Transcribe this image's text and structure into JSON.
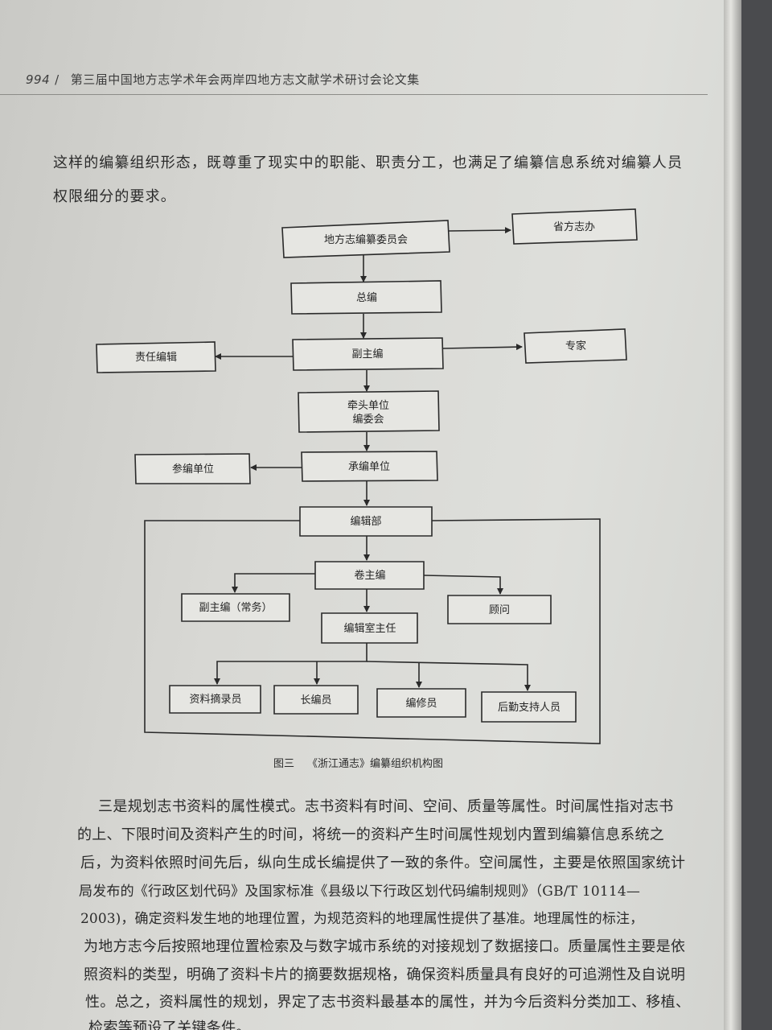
{
  "header": {
    "page_number": "994",
    "separator": "/",
    "title": "第三届中国地方志学术年会两岸四地方志文献学术研讨会论文集"
  },
  "intro": {
    "line1": "这样的编纂组织形态，既尊重了现实中的职能、职责分工，也满足了编纂信息系统对编纂人员",
    "line2": "权限细分的要求。"
  },
  "diagram": {
    "n1": "地方志编纂委员会",
    "n2": "省方志办",
    "n3": "总编",
    "n4": "副主编",
    "n5": "责任编辑",
    "n6": "专家",
    "n7a": "牵头单位",
    "n7b": "编委会",
    "n8": "承编单位",
    "n9": "参编单位",
    "n10": "编辑部",
    "n11": "卷主编",
    "n12": "副主编（常务）",
    "n13": "顾问",
    "n14": "编辑室主任",
    "n15": "资料摘录员",
    "n16": "长编员",
    "n17": "编修员",
    "n18": "后勤支持人员"
  },
  "caption": {
    "figure": "图三",
    "title": "《浙江通志》编纂组织机构图"
  },
  "body": {
    "lines": [
      "三是规划志书资料的属性模式。志书资料有时间、空间、质量等属性。时间属性指对志书",
      "的上、下限时间及资料产生的时间，将统一的资料产生时间属性规划内置到编纂信息系统之",
      "后，为资料依照时间先后，纵向生成长编提供了一致的条件。空间属性，主要是依照国家统计",
      "局发布的《行政区划代码》及国家标准《县级以下行政区划代码编制规则》（GB/T 10114—",
      "2003)，确定资料发生地的地理位置，为规范资料的地理属性提供了基准。地理属性的标注，",
      "为地方志今后按照地理位置检索及与数字城市系统的对接规划了数据接口。质量属性主要是依",
      "照资料的类型，明确了资料卡片的摘要数据规格，确保资料质量具有良好的可追溯性及自说明",
      "性。总之，资料属性的规划，界定了志书资料最基本的属性，并为今后资料分类加工、移植、",
      "检索等预设了关键条件。"
    ]
  }
}
